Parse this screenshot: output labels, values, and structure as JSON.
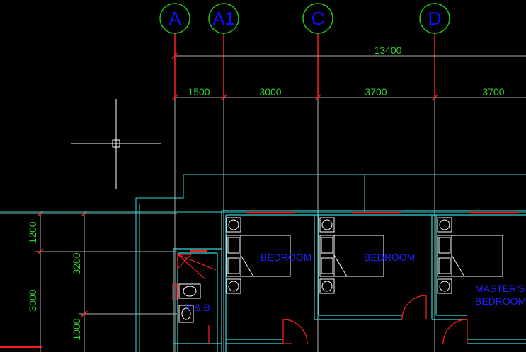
{
  "drawing": {
    "background": "#000000",
    "colors": {
      "grid_bubble": "#22c422",
      "grid_label": "#1010ff",
      "grid_line": "#ff2020",
      "dimension": "#2fd02f",
      "extension_line": "#b0b0b0",
      "wall": "#38d8d8",
      "room_label": "#2020ff",
      "opening": "#ff2020",
      "furniture": "#ffffff",
      "crosshair": "#ffffff"
    },
    "grid_axes": [
      {
        "label": "A"
      },
      {
        "label": "A1"
      },
      {
        "label": "C"
      },
      {
        "label": "D"
      }
    ],
    "dimensions_top": {
      "overall": "13400",
      "segments": [
        "1500",
        "3000",
        "3700",
        "3700"
      ]
    },
    "dimensions_left": {
      "outer": [
        "1200",
        "3000"
      ],
      "inner": [
        "3200",
        "1000"
      ]
    },
    "rooms": [
      {
        "label": "BEDROOM"
      },
      {
        "label": "BEDROOM"
      },
      {
        "label_line1": "MASTER'S",
        "label_line2": "BEDROOM"
      },
      {
        "label": "T & B"
      }
    ],
    "cursor": {
      "type": "crosshair"
    }
  }
}
